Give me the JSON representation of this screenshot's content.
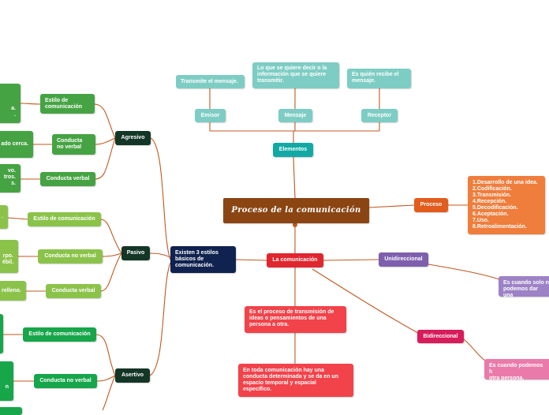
{
  "colors": {
    "connector": "#c0581f",
    "title": "#8b4513",
    "teal_light": "#7ecdc4",
    "teal_dark": "#12a9a5",
    "red": "#e0262f",
    "red_light": "#f2424a",
    "orange": "#e25c1e",
    "orange_light": "#ef7d3c",
    "purple": "#7e5fae",
    "purple_light": "#9d82c6",
    "pink": "#d81b5b",
    "pink_light": "#ea7aa9",
    "navy": "#10224f",
    "dark_green": "#143626",
    "green_a": "#46a343",
    "green_p": "#8bc34a",
    "green_s": "#17a64a"
  },
  "nodes": {
    "title": "Proceso de la comunicación",
    "elementos": "Elementos",
    "emisor": "Emisor",
    "mensaje": "Mensaje",
    "receptor": "Receptor",
    "emisor_desc": "Transmite el mensaje.",
    "mensaje_desc": "Lo que se quiere decir o la\ninformación que se quiere\ntransmitir.",
    "receptor_desc": "Es quién recibe el\nmensaje.",
    "proceso": "Proceso",
    "proceso_steps": "1.Desarrollo de una idea.\n2.Codificación.\n3.Transmisión.\n4.Recepción.\n5.Decodificación.\n6.Aceptación.\n7.Uso.\n8.Retroalimentación.",
    "la_comunicacion": "La comunicación",
    "unidireccional": "Unidireccional",
    "unidireccional_desc": "Es cuando solo n\npodemos dar una",
    "bidireccional": "Bidireccional",
    "bidireccional_desc": "Es cuando podemos h\notra persona.",
    "definicion": "Es el proceso de transmisión de\nideas o pensamientos de una\npersona a otra.",
    "conducta_desc": "En toda comunicación hay una\nconducta determinada y se da en un\nespacio temporal y espacial\nespecífico.",
    "estilos": "Existen 3 estilos\nbásicos de\ncomunicación.",
    "agresivo": "Agresivo",
    "pasivo": "Pasivo",
    "asertivo": "Asertivo",
    "estilo_com_a": "Estilo de\ncomunicación",
    "conducta_nv_a": "Conducta\nno verbal",
    "conducta_v_a": "Conducta verbal",
    "estilo_com_p": "Estilo de comunicación",
    "conducta_nv_p": "Conducta no verbal",
    "conducta_v_p": "Conducta verbal",
    "estilo_com_s": "Estilo de comunicación",
    "conducta_nv_s": "Conducta no verbal",
    "leaf_a1": "a.\n.",
    "leaf_a2": "ado cerca.",
    "leaf_a3": "vo.\ntros.\ns.",
    "leaf_p1": ".",
    "leaf_p2": "rpo.\nébil.",
    "leaf_p3": "relleno.",
    "leaf_s2": "n"
  }
}
